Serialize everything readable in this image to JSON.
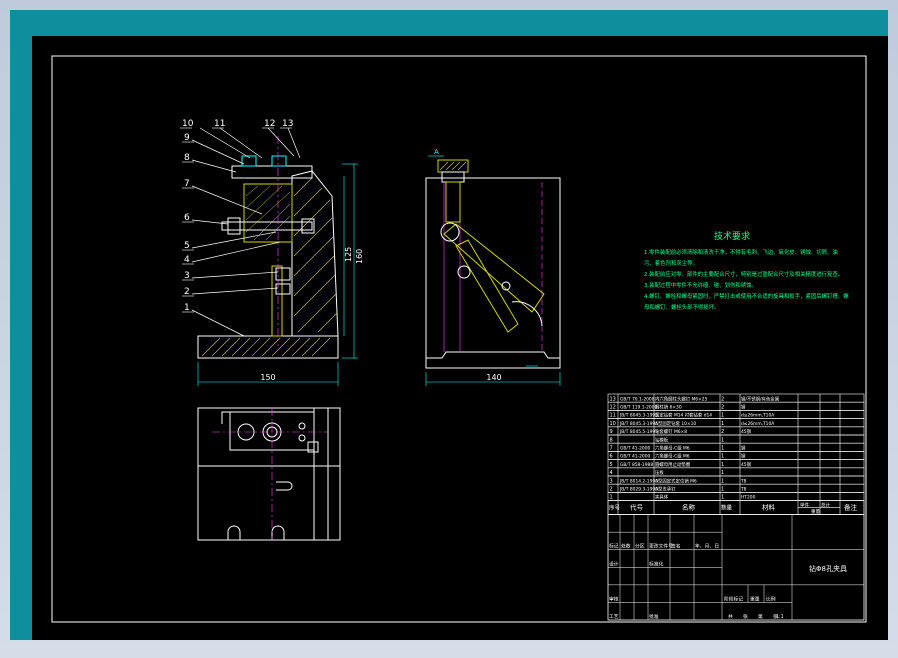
{
  "part_numbers": [
    "10",
    "11",
    "12",
    "13",
    "9",
    "8",
    "7",
    "6",
    "5",
    "4",
    "3",
    "2",
    "1"
  ],
  "dims": {
    "front_width": "150",
    "side_width": "140",
    "height_total": "160",
    "height_inner": "125",
    "section_marker": "A"
  },
  "tech_req": {
    "title": "技术要求",
    "lines": [
      "1.零件装配前必须清除和清洗干净，不得有毛刺、飞边、氧化皮、锈蚀、切屑、油",
      "  污、着色剂和灰尘等。",
      "2.装配前应对零、部件的主要配合尺寸，特别是过盈配合尺寸及相关精度进行复查。",
      "3.装配过程中零件不允许磕、碰、划伤和锈蚀。",
      "4.螺钉、螺栓和螺母紧固时，严禁打击或使用不合适的旋具和扳手，紧固后螺钉槽、螺",
      "  母和螺钉、螺栓头部不得损坏。"
    ]
  },
  "bom": {
    "rows": [
      {
        "no": "13",
        "code": "GB/T 70.1-2008",
        "name": "内六角圆柱头螺钉 M6×25",
        "qty": "2",
        "mat": "钢/不锈钢/有色金属"
      },
      {
        "no": "12",
        "code": "GB/T 119.1-2000",
        "name": "圆柱销 6×30",
        "qty": "2",
        "mat": "钢"
      },
      {
        "no": "11",
        "code": "JB/T 8045.3-1995",
        "name": "固定钻套 M14 衬套钻套 d14",
        "qty": "1",
        "mat": "d≤26mm,T10A"
      },
      {
        "no": "10",
        "code": "JB/T 8045.3-1995",
        "name": "A型固定钻套 10×10",
        "qty": "1",
        "mat": "d≤26mm,T10A"
      },
      {
        "no": "9",
        "code": "JB/T 8045.5-1995",
        "name": "钻套螺钉 M6×8",
        "qty": "2",
        "mat": "45钢"
      },
      {
        "no": "8",
        "code": "",
        "name": "钻模板",
        "qty": "1",
        "mat": ""
      },
      {
        "no": "7",
        "code": "GB/T 41-2000",
        "name": "六角螺母-C级 M6",
        "qty": "1",
        "mat": "钢"
      },
      {
        "no": "6",
        "code": "GB/T 41-2000",
        "name": "六角螺母-C级 M6",
        "qty": "1",
        "mat": "钢"
      },
      {
        "no": "5",
        "code": "GB/T 858-1988",
        "name": "圆螺母用止动垫圈",
        "qty": "1",
        "mat": "45钢"
      },
      {
        "no": "4",
        "code": "",
        "name": "压板",
        "qty": "1",
        "mat": ""
      },
      {
        "no": "3",
        "code": "JB/T 8014.2-1999",
        "name": "A型固定式定位销 M6",
        "qty": "1",
        "mat": "T8"
      },
      {
        "no": "2",
        "code": "JB/T 8029.3-1999",
        "name": "A型支承钉",
        "qty": "1",
        "mat": "T8"
      },
      {
        "no": "1",
        "code": "",
        "name": "夹具体",
        "qty": "1",
        "mat": "HT200"
      }
    ],
    "header": {
      "no": "序号",
      "code": "代号",
      "name": "名称",
      "qty": "数量",
      "mat": "材料",
      "weight_a": "单件",
      "weight_b": "总计",
      "weight": "重量",
      "note": "备注"
    }
  },
  "title_block": {
    "product": "钻Φ8孔夹具",
    "labels": [
      "标记",
      "处数",
      "分区",
      "更改文件号",
      "签名",
      "年、月、日",
      "设计",
      "标准化",
      "阶段标记",
      "重量",
      "比例",
      "审核",
      "工艺",
      "批准"
    ],
    "scale": "1:1",
    "sheet": [
      "共",
      "张",
      "第",
      "张"
    ]
  },
  "colors": {
    "background": "#000000",
    "frame": "#ffffff",
    "part_outline": "#ffffff",
    "hatch": "#d4d400",
    "centerline": "#ff40ff",
    "dimension": "#00ffff",
    "text_green": "#00ff88",
    "leader": "#ffffff"
  }
}
